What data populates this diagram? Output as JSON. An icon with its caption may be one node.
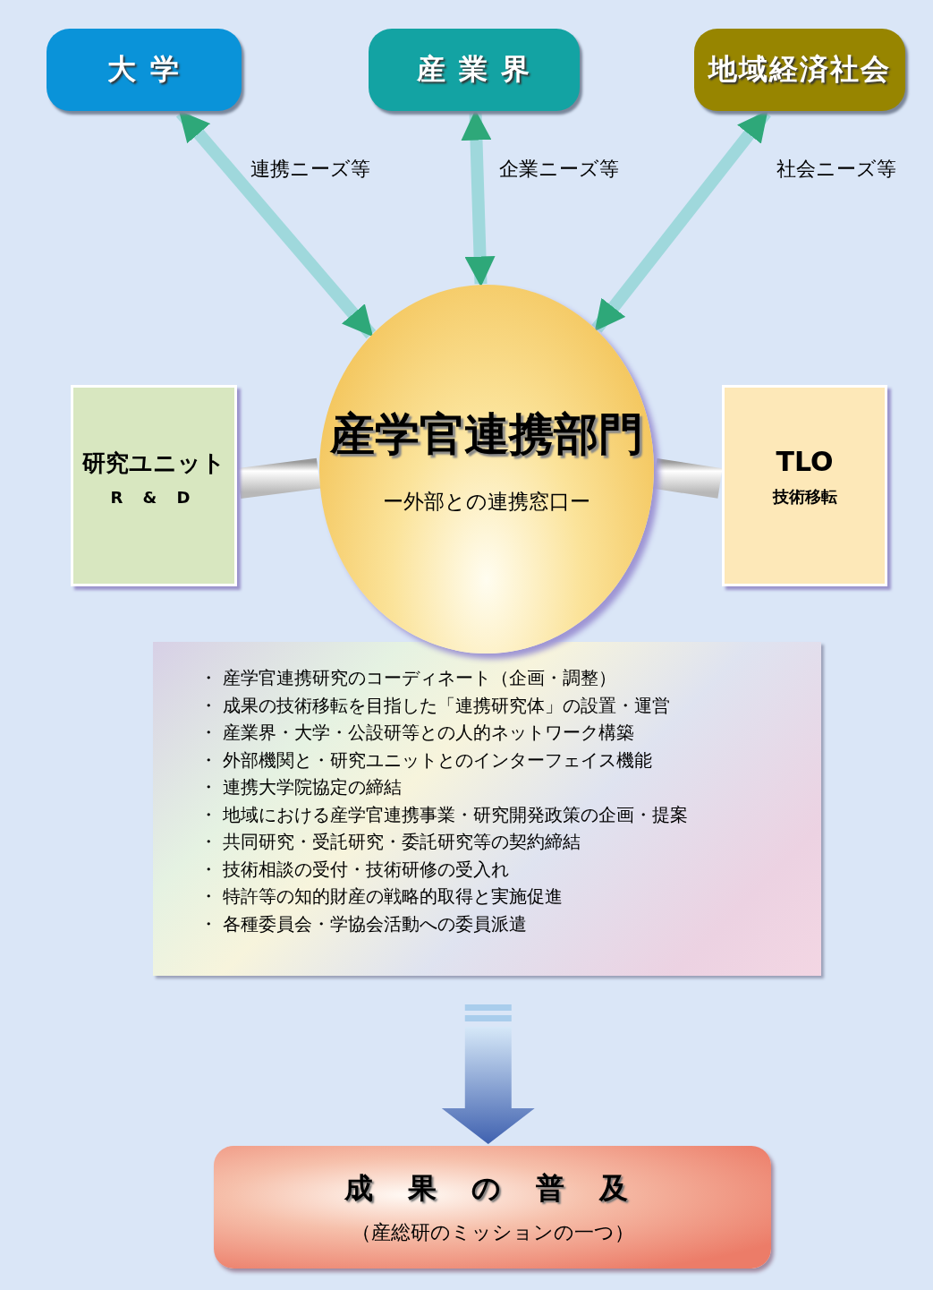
{
  "diagram": {
    "nodes": [
      {
        "text": [
          "大 学"
        ]
      },
      {
        "text": [
          "産 業 界"
        ]
      },
      {
        "text": [
          "地域経済社会"
        ]
      },
      {
        "text": [
          "産学官連携部門",
          "ー外部との連携窓口ー"
        ]
      },
      {
        "text": [
          "研究ユニット",
          "R & D"
        ]
      },
      {
        "text": [
          "TLO",
          "技術移転"
        ]
      },
      {
        "text": [
          "・ 産学官連携研究のコーディネート（企画・調整）",
          "・ 成果の技術移転を目指した「連携研究体」の設置・運営",
          "・ 産業界・大学・公設研等との人的ネットワーク構築",
          "・ 外部機関と・研究ユニットとのインターフェイス機能",
          "・ 連携大学院協定の締結",
          "・ 地域における産学官連携事業・研究開発政策の企画・提案",
          "・ 共同研究・受託研究・委託研究等の契約締結",
          "・ 技術相談の受付・技術研修の受入れ",
          "・ 特許等の知的財産の戦略的取得と実施促進",
          "・ 各種委員会・学協会活動への委員派遣"
        ]
      },
      {
        "text": [
          "成 果 の 普 及",
          "（産総研のミッションの一つ）"
        ]
      }
    ],
    "edges": [
      {
        "from": 3,
        "to": 0,
        "arrow": "both",
        "label": "連携ニーズ等"
      },
      {
        "from": 3,
        "to": 1,
        "arrow": "both",
        "label": "企業ニーズ等"
      },
      {
        "from": 3,
        "to": 2,
        "arrow": "both",
        "label": "社会ニーズ等"
      },
      {
        "from": 4,
        "to": 3,
        "arrow": "none",
        "style": "thick"
      },
      {
        "from": 3,
        "to": 5,
        "arrow": "none",
        "style": "thick"
      },
      {
        "from": 6,
        "to": 7,
        "arrow": "to",
        "style": "thick"
      }
    ]
  }
}
